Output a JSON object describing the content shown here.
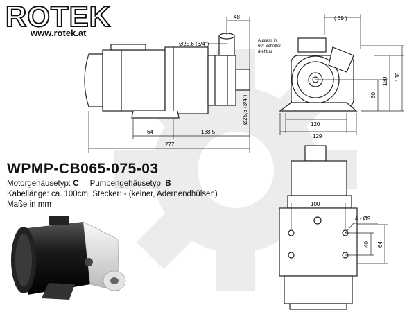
{
  "brand": {
    "logo": "ROTEK",
    "url": "www.rotek.at"
  },
  "product": {
    "model": "WPMP-CB065-075-03",
    "motor_housing_label": "Motorgehäusetyp:",
    "motor_housing_value": "C",
    "pump_housing_label": "Pumpengehäusetyp:",
    "pump_housing_value": "B",
    "cable_line": "Kabellänge: ca. 100cm, Stecker: - (keiner, Adernendhülsen)",
    "units_line": "Maße in mm"
  },
  "dimensions": {
    "side": {
      "top_offset": "48",
      "inlet": "Ø25,6 (3/4\")",
      "outlet": "Ø25,6 (3/4\")",
      "foot": "64",
      "flange": "138,5",
      "length": "277"
    },
    "front": {
      "top_width": "( 69 )",
      "note": [
        "Auslass in",
        "60° Schritten",
        "drehbar"
      ],
      "h_138": "138",
      "h_130": "130",
      "h_60": "60",
      "w_120": "120",
      "w_129": "129"
    },
    "top": {
      "w_100": "100",
      "holes": "4 - Ø9",
      "h_40": "40",
      "h_64": "64"
    }
  },
  "colors": {
    "line": "#222222",
    "watermark": "#ececec",
    "body_fill": "#ffffff"
  }
}
